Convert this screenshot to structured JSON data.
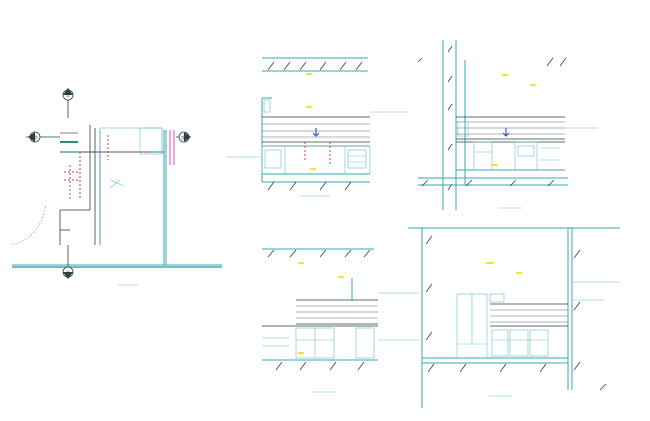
{
  "drawing": {
    "background": "#ffffff",
    "colors": {
      "wall": "#3aa7b3",
      "hatch": "#2f3f44",
      "pipe_red": "#e23b3b",
      "pipe_pink": "#d84cc6",
      "marker_blue": "#3b5bd9",
      "label_yellow": "#f3e232"
    },
    "views": [
      {
        "id": "floor-plan",
        "kind": "plan"
      },
      {
        "id": "elevation-a",
        "kind": "elevation"
      },
      {
        "id": "elevation-b",
        "kind": "elevation"
      },
      {
        "id": "elevation-c",
        "kind": "elevation"
      },
      {
        "id": "elevation-d",
        "kind": "elevation"
      }
    ],
    "markers": {
      "top": "①",
      "left": "②",
      "right": "③",
      "bottom": "④"
    }
  }
}
